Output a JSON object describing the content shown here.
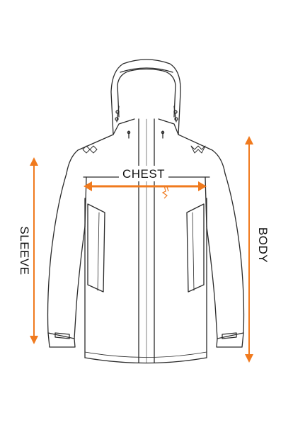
{
  "diagram": {
    "labels": {
      "chest": "CHEST",
      "sleeve": "SLEEVE",
      "body": "BODY"
    },
    "colors": {
      "outline": "#2b2b2b",
      "arrow": "#f07a1e",
      "background": "#ffffff",
      "text": "#111111"
    },
    "icons": {
      "garment": "hooded-jacket-icon",
      "logo": "brand-logo-icon"
    }
  }
}
